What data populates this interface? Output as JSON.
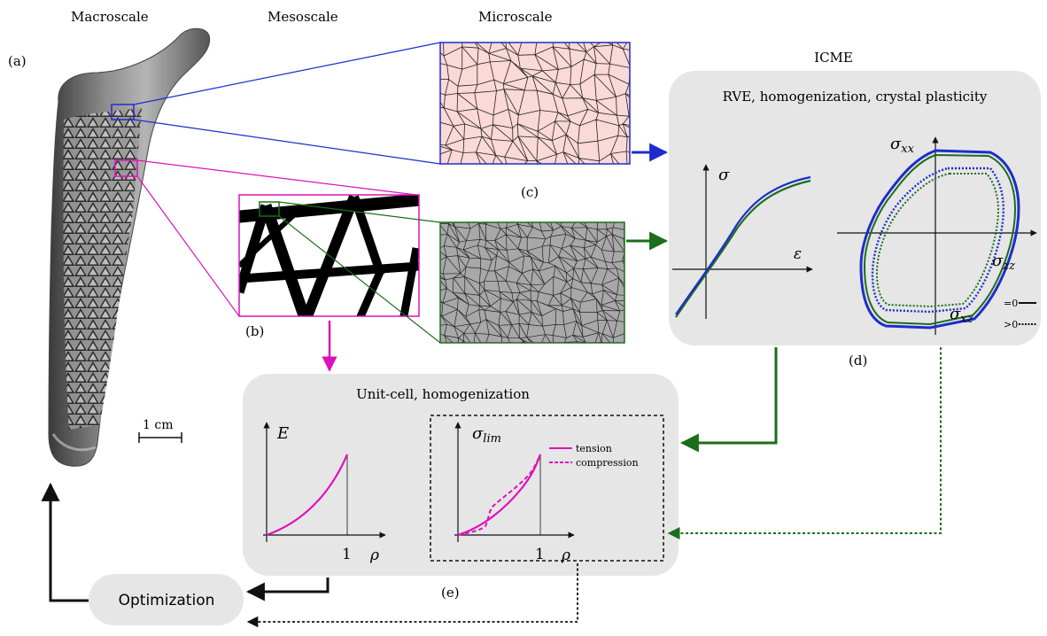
{
  "headers": {
    "macroscale": "Macroscale",
    "mesoscale": "Mesoscale",
    "microscale": "Microscale"
  },
  "panel_labels": {
    "a": "(a)",
    "b": "(b)",
    "c": "(c)",
    "d": "(d)",
    "e": "(e)"
  },
  "icme": {
    "title": "ICME",
    "subtitle": "RVE, homogenization, crystal plasticity",
    "stress_strain": {
      "y_label": "σ",
      "x_label": "ε"
    },
    "yield_surface": {
      "y_label": "σ",
      "y_sub": "xx",
      "x_label": "σ",
      "x_sub": "zz",
      "legend_label": "σ",
      "legend_sub": "xz",
      "legend_solid": "=0",
      "legend_dotted": ">0"
    }
  },
  "unit_cell": {
    "title": "Unit-cell, homogenization",
    "modulus_plot": {
      "y_label": "E",
      "x_label": "ρ",
      "x_tick": "1"
    },
    "limit_plot": {
      "y_label": "σ",
      "y_sub": "lim",
      "x_label": "ρ",
      "x_tick": "1",
      "legend": [
        {
          "label": "tension",
          "style": "solid"
        },
        {
          "label": "compression",
          "style": "dashed"
        }
      ]
    }
  },
  "scale_bar": {
    "label": "1 cm"
  },
  "optimization": {
    "label": "Optimization"
  },
  "colors": {
    "blue": "#1f2ccc",
    "magenta": "#dd11bb",
    "green": "#1b6e1b",
    "panel_fill": "#e6e6e6",
    "micro_fill": "#fbd9d6",
    "meso_micro_fill": "#a8a8a8"
  },
  "icons": {
    "implant": "hip-implant-image",
    "microstructure": "grain-microstructure-image",
    "lattice": "lattice-strut-image"
  }
}
